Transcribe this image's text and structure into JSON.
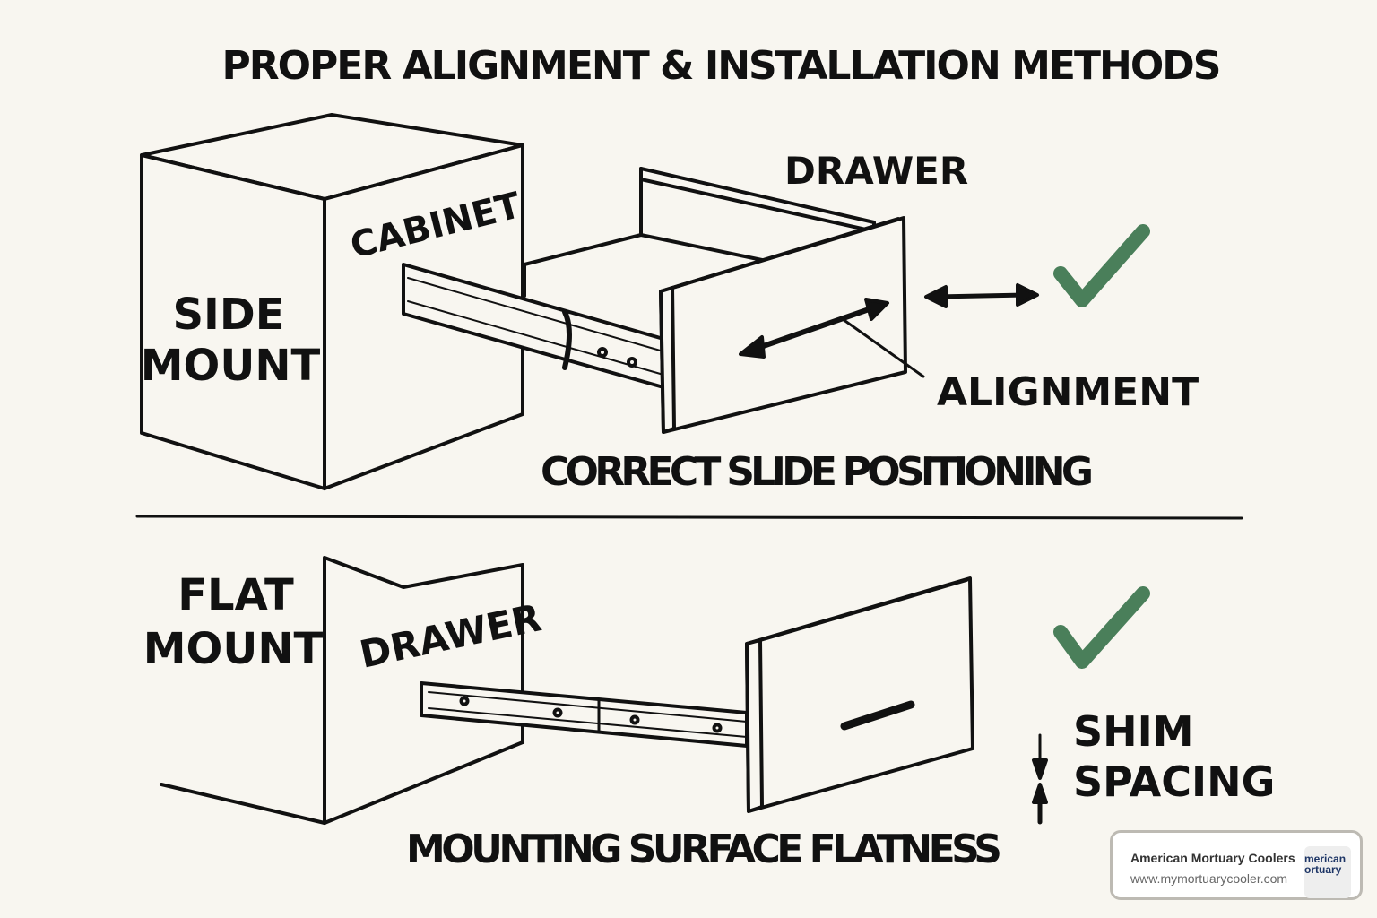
{
  "title": "PROPER ALIGNMENT & INSTALLATION METHODS",
  "top_section": {
    "method_label_line1": "SIDE",
    "method_label_line2": "MOUNT",
    "cabinet_label": "CABINET",
    "drawer_label": "DRAWER",
    "alignment_label": "ALIGNMENT",
    "caption": "CORRECT SLIDE POSITIONING"
  },
  "bottom_section": {
    "method_label_line1": "FLAT",
    "method_label_line2": "MOUNT",
    "drawer_label": "DRAWER",
    "shim_label_line1": "SHIM",
    "shim_label_line2": "SPACING",
    "caption": "MOUNTING SURFACE FLATNESS"
  },
  "colors": {
    "check": "#4a7f5a",
    "ink": "#111111",
    "background": "#f8f6f0"
  },
  "watermark": {
    "company": "American Mortuary Coolers",
    "url": "www.mymortuarycooler.com",
    "logo_text_line1": "merican",
    "logo_text_line2": "ortuary"
  }
}
